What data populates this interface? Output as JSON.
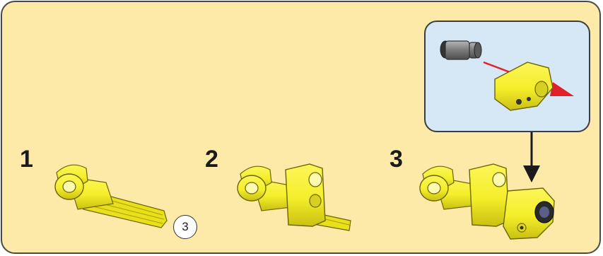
{
  "steps": [
    {
      "number": "1",
      "quantity": "3"
    },
    {
      "number": "2"
    },
    {
      "number": "3"
    }
  ],
  "colors": {
    "background": "#fde9a8",
    "callout_background": "#d6e8f5",
    "part_yellow": "#f5ee2a",
    "part_yellow_shade": "#c9c012",
    "bush_gray": "#7a7a7a",
    "axis_red": "#e0202a"
  },
  "icons": [
    "axle-connector-part",
    "beam-part",
    "bush-part",
    "arrow-down-icon"
  ]
}
